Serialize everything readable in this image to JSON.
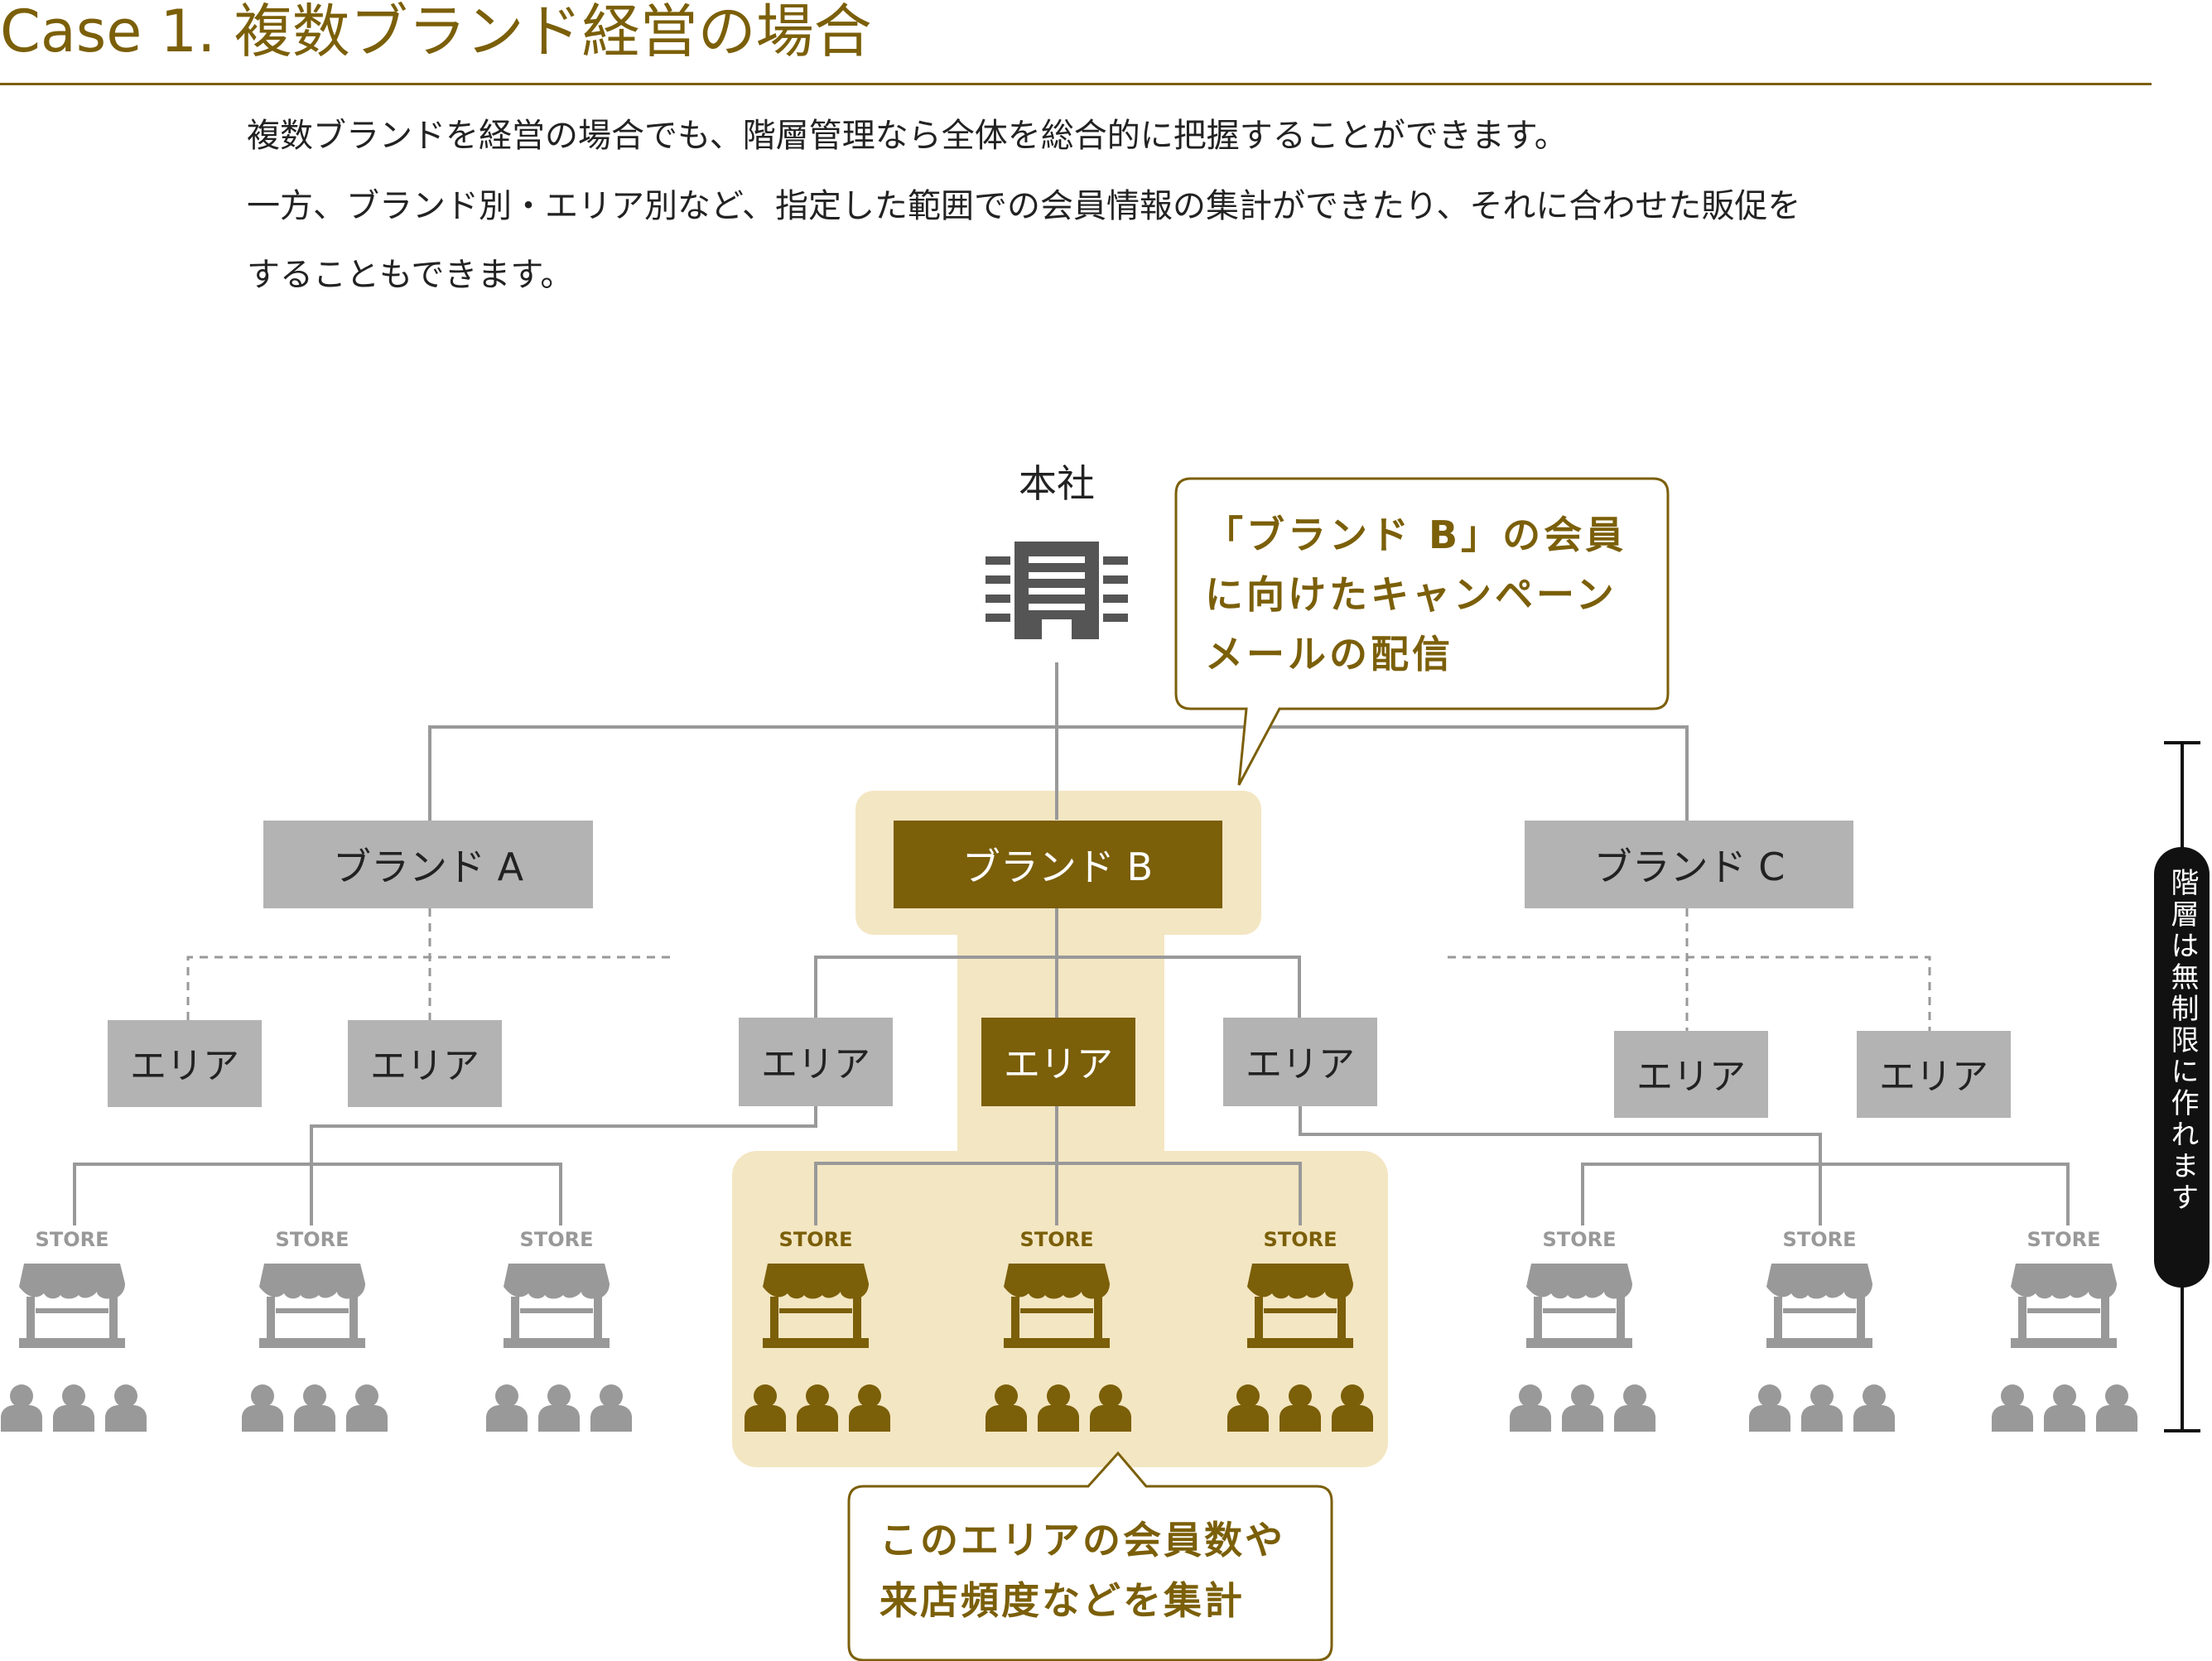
{
  "heading": {
    "title": "Case 1.  複数ブランド経営の場合"
  },
  "description": {
    "line1": "複数ブランドを経営の場合でも、階層管理なら全体を総合的に把握することができます。",
    "line2": "一方、ブランド別・エリア別など、指定した範囲での会員情報の集計ができたり、それに合わせた販促を",
    "line3": "することもできます。"
  },
  "colors": {
    "accent": "#7b5f09",
    "highlight_bg": "#f3e6c2",
    "gray_box": "#b3b3b3",
    "gray_icon": "#999999",
    "dark_icon": "#555555",
    "line": "#999999",
    "vertical_badge": "#111111"
  },
  "diagram": {
    "hq_label": "本社",
    "hq_icon": "office-building-icon",
    "brands": [
      {
        "label": "ブランド A",
        "highlighted": false
      },
      {
        "label": "ブランド B",
        "highlighted": true
      },
      {
        "label": "ブランド C",
        "highlighted": false
      }
    ],
    "area_label": "エリア",
    "store_label": "STORE",
    "store_icon": "storefront-icon",
    "members_icon": "people-icon",
    "callout_top": {
      "line1": "「ブランド B」の会員",
      "line2": "に向けたキャンペーン",
      "line3": "メールの配信"
    },
    "callout_bottom": {
      "line1": "このエリアの会員数や",
      "line2": "来店頻度などを集計"
    },
    "side_badge": "階層は無制限に作れます"
  }
}
